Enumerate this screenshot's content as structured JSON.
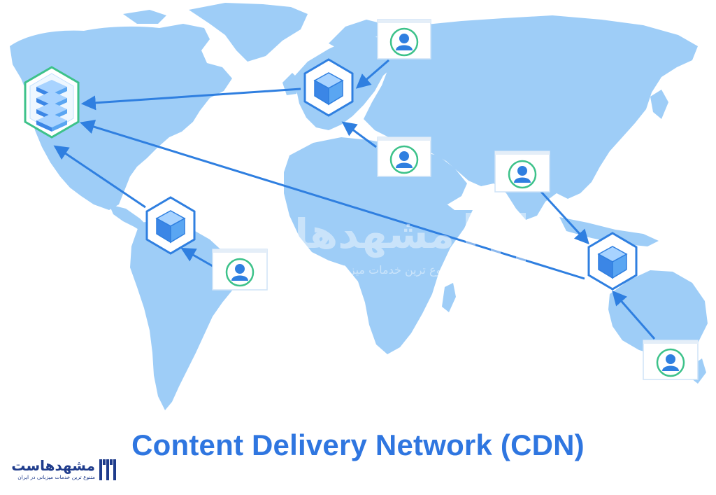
{
  "title": "Content Delivery Network (CDN)",
  "brand": {
    "name": "مشهدهاست",
    "tagline": "متنوع ترین خدمات میزبانی در ایران"
  },
  "colors": {
    "map": "#9ecdf7",
    "map_dark": "#8cc2f2",
    "arrow": "#2f7fe0",
    "title": "#2f76e0",
    "cube_edge": "#2f7fe0",
    "cube_fill": "#5aa6f2",
    "cube_light": "#a8d3ff",
    "origin_edge": "#3dc28a",
    "user_ring": "#3dc28a",
    "user_figure": "#2f7fe0",
    "logo": "#1f3c8c"
  },
  "diagram": {
    "origin": {
      "icon": "server-stack-icon"
    },
    "edge_nodes": [
      {
        "id": "europe",
        "icon": "cube-icon"
      },
      {
        "id": "south-america",
        "icon": "cube-icon"
      },
      {
        "id": "southeast-asia",
        "icon": "cube-icon"
      }
    ],
    "users": [
      {
        "id": "russia",
        "icon": "user-icon",
        "node": "europe"
      },
      {
        "id": "middle-east",
        "icon": "user-icon",
        "node": "europe"
      },
      {
        "id": "brazil",
        "icon": "user-icon",
        "node": "south-america"
      },
      {
        "id": "india",
        "icon": "user-icon",
        "node": "southeast-asia"
      },
      {
        "id": "australia",
        "icon": "user-icon",
        "node": "southeast-asia"
      }
    ],
    "links": [
      {
        "from": "europe",
        "to": "origin"
      },
      {
        "from": "south-america",
        "to": "origin"
      },
      {
        "from": "southeast-asia",
        "to": "origin"
      },
      {
        "from": "russia",
        "to": "europe"
      },
      {
        "from": "middle-east",
        "to": "europe"
      },
      {
        "from": "brazil",
        "to": "south-america"
      },
      {
        "from": "india",
        "to": "southeast-asia"
      },
      {
        "from": "australia",
        "to": "southeast-asia"
      }
    ]
  }
}
